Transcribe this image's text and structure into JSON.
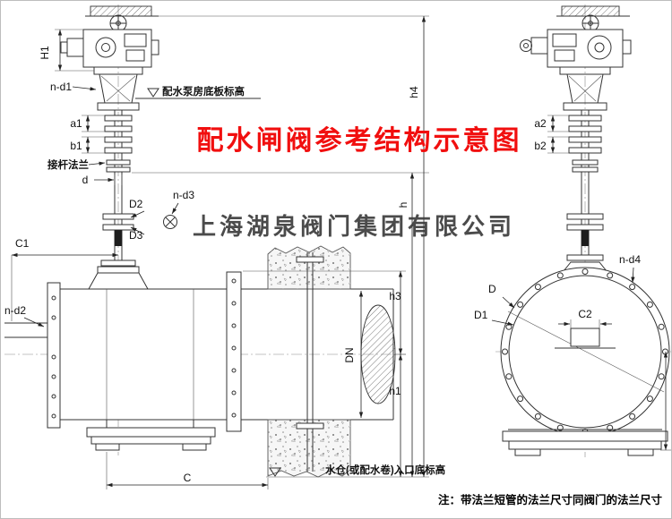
{
  "drawing": {
    "title": "配水闸阀参考结构示意图",
    "watermark": "上海湖泉阀门集团有限公司",
    "footnote": "注：带法兰短管的法兰尺寸同阀门的法兰尺寸",
    "annotations": {
      "pump_room_floor": "配水泵房底板标高",
      "stem_flange": "接杆法兰",
      "inlet_bottom": "水仓(或配水卷)入口底标高"
    },
    "dims": {
      "H1": "H1",
      "n_d1": "n-d1",
      "a1": "a1",
      "b1": "b1",
      "d": "d",
      "D2": "D2",
      "D3": "D3",
      "n_d3": "n-d3",
      "C1": "C1",
      "n_d2": "n-d2",
      "C": "C",
      "DN": "DN",
      "h": "h",
      "h1": "h1",
      "h3": "h3",
      "h4": "h4",
      "a2": "a2",
      "b2": "b2",
      "n_d4": "n-d4",
      "D": "D",
      "D1": "D1",
      "C2": "C2"
    },
    "colors": {
      "title": "#f10f0f",
      "line": "#333333",
      "watermark": "#3c3c3c",
      "background": "#ffffff"
    }
  }
}
